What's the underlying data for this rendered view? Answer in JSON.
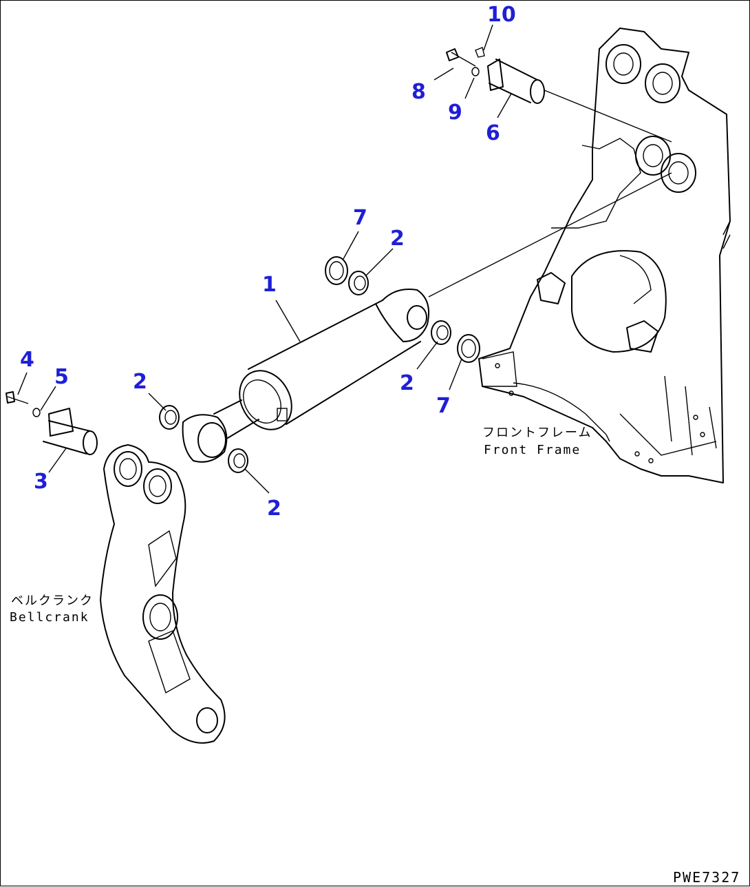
{
  "callouts": {
    "c1": "1",
    "c2a": "2",
    "c2b": "2",
    "c2c": "2",
    "c2d": "2",
    "c3": "3",
    "c4": "4",
    "c5": "5",
    "c6": "6",
    "c7a": "7",
    "c7b": "7",
    "c8": "8",
    "c9": "9",
    "c10": "10"
  },
  "labels": {
    "front_frame_jp": "フロントフレーム",
    "front_frame_en": "Front Frame",
    "bellcrank_jp": "ベルクランク",
    "bellcrank_en": "Bellcrank"
  },
  "drawing_code": "PWE7327",
  "colors": {
    "callout": "#1f1fd6",
    "lines": "#000000",
    "background": "#ffffff"
  }
}
